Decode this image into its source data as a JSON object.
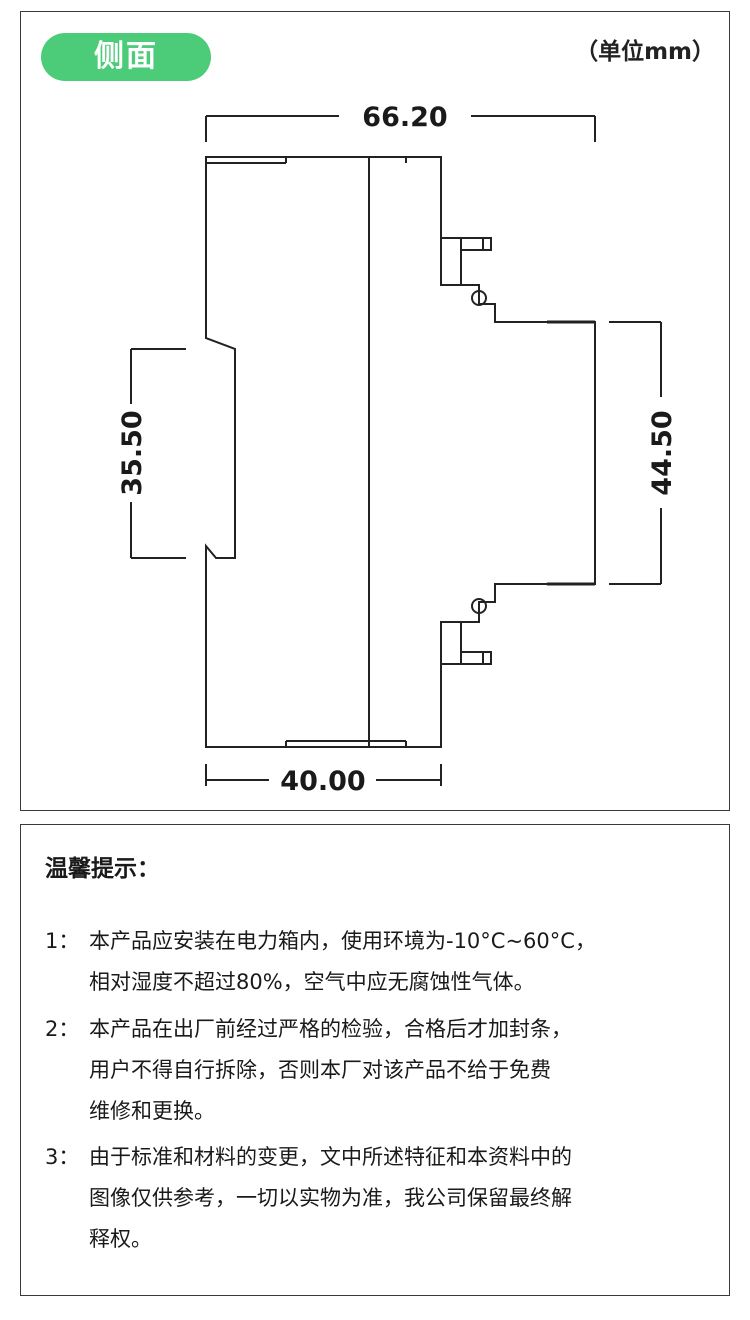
{
  "diagram": {
    "badge": "侧面",
    "unit": "（单位mm）",
    "dimensions": {
      "top_width": "66.20",
      "bottom_width": "40.00",
      "left_height": "35.50",
      "right_height": "44.50"
    }
  },
  "tips": {
    "title": "温馨提示：",
    "items": [
      {
        "num": "1：",
        "lines": [
          "本产品应安装在电力箱内，使用环境为-10°C~60°C，",
          "相对湿度不超过80%，空气中应无腐蚀性气体。"
        ]
      },
      {
        "num": "2：",
        "lines": [
          "本产品在出厂前经过严格的检验，合格后才加封条，",
          "用户不得自行拆除，否则本厂对该产品不给于免费",
          "维修和更换。"
        ]
      },
      {
        "num": "3：",
        "lines": [
          "由于标准和材料的变更，文中所述特征和本资料中的",
          "图像仅供参考，一切以实物为准，我公司保留最终解",
          "释权。"
        ]
      }
    ]
  },
  "colors": {
    "badge": "#4ccb78",
    "line": "#222222",
    "border": "#3a3a3a"
  }
}
